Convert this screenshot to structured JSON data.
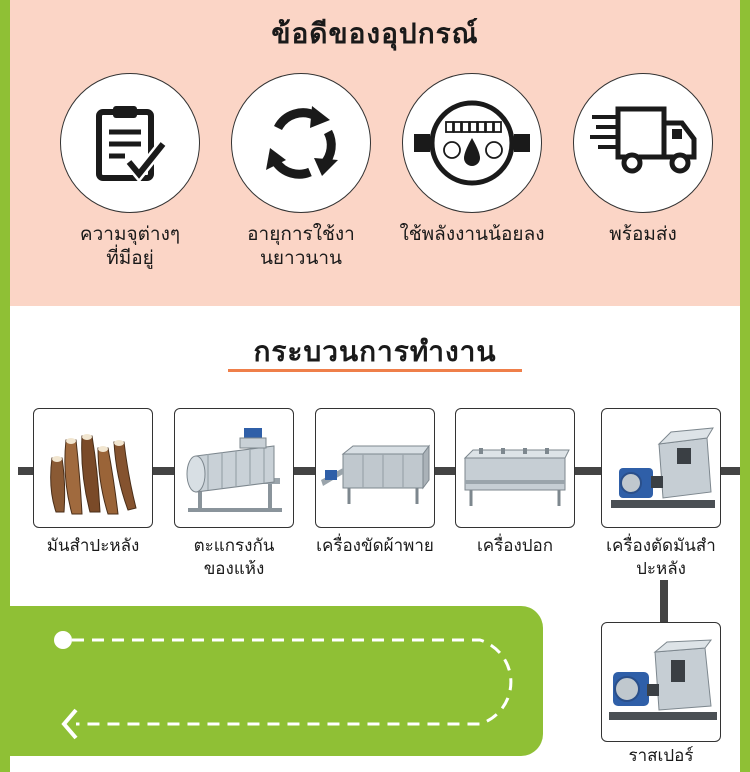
{
  "advantages": {
    "title": "ข้อดีของอุปกรณ์",
    "items": [
      {
        "label_line1": "ความจุต่างๆ",
        "label_line2": "ที่มีอยู่",
        "icon": "clipboard-check-icon"
      },
      {
        "label_line1": "อายุการใช้งา",
        "label_line2": "นยาวนาน",
        "icon": "recycle-arrows-icon"
      },
      {
        "label_line1": "ใช้พลังงานน้อยลง",
        "label_line2": "",
        "icon": "water-meter-icon"
      },
      {
        "label_line1": "พร้อมส่ง",
        "label_line2": "",
        "icon": "delivery-truck-icon"
      }
    ]
  },
  "process": {
    "title": "กระบวนการทำงาน",
    "steps": [
      {
        "label_line1": "มันสำปะหลัง",
        "label_line2": "",
        "image": "cassava-roots"
      },
      {
        "label_line1": "ตะแกรงกัน",
        "label_line2": "ของแห้ง",
        "image": "dry-sieve-machine"
      },
      {
        "label_line1": "เครื่องขัดผ้าพาย",
        "label_line2": "",
        "image": "paddle-washer-machine"
      },
      {
        "label_line1": "เครื่องปอก",
        "label_line2": "",
        "image": "peeling-machine"
      },
      {
        "label_line1": "เครื่องตัดมันสำ",
        "label_line2": "ปะหลัง",
        "image": "cassava-cutter-machine"
      },
      {
        "label_line1": "ราสเปอร์",
        "label_line2": "",
        "image": "rasper-machine"
      }
    ]
  },
  "colors": {
    "border_green": "#8fc035",
    "header_peach": "#fbd5c6",
    "underline_orange": "#ef7f4a",
    "line_dark": "#444444"
  }
}
